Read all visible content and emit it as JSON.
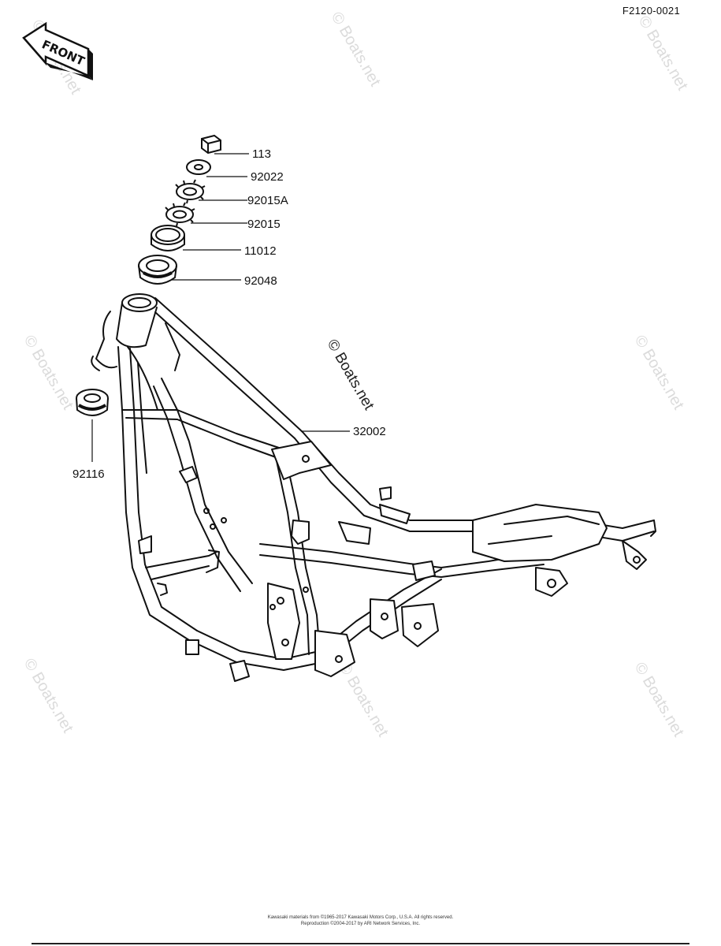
{
  "diagram": {
    "code": "F2120-0021",
    "front_label": "FRONT",
    "watermark": "© Boats.net",
    "parts": [
      {
        "id": "113"
      },
      {
        "id": "92022"
      },
      {
        "id": "92015A"
      },
      {
        "id": "92015"
      },
      {
        "id": "11012"
      },
      {
        "id": "92048"
      },
      {
        "id": "32002"
      },
      {
        "id": "92116"
      }
    ]
  },
  "footer": {
    "line1": "Kawasaki materials from ©1965-2017 Kawasaki Motors Corp., U.S.A. All rights reserved.",
    "line2": "Reproduction ©2004-2017 by ARI Network Services, Inc."
  }
}
